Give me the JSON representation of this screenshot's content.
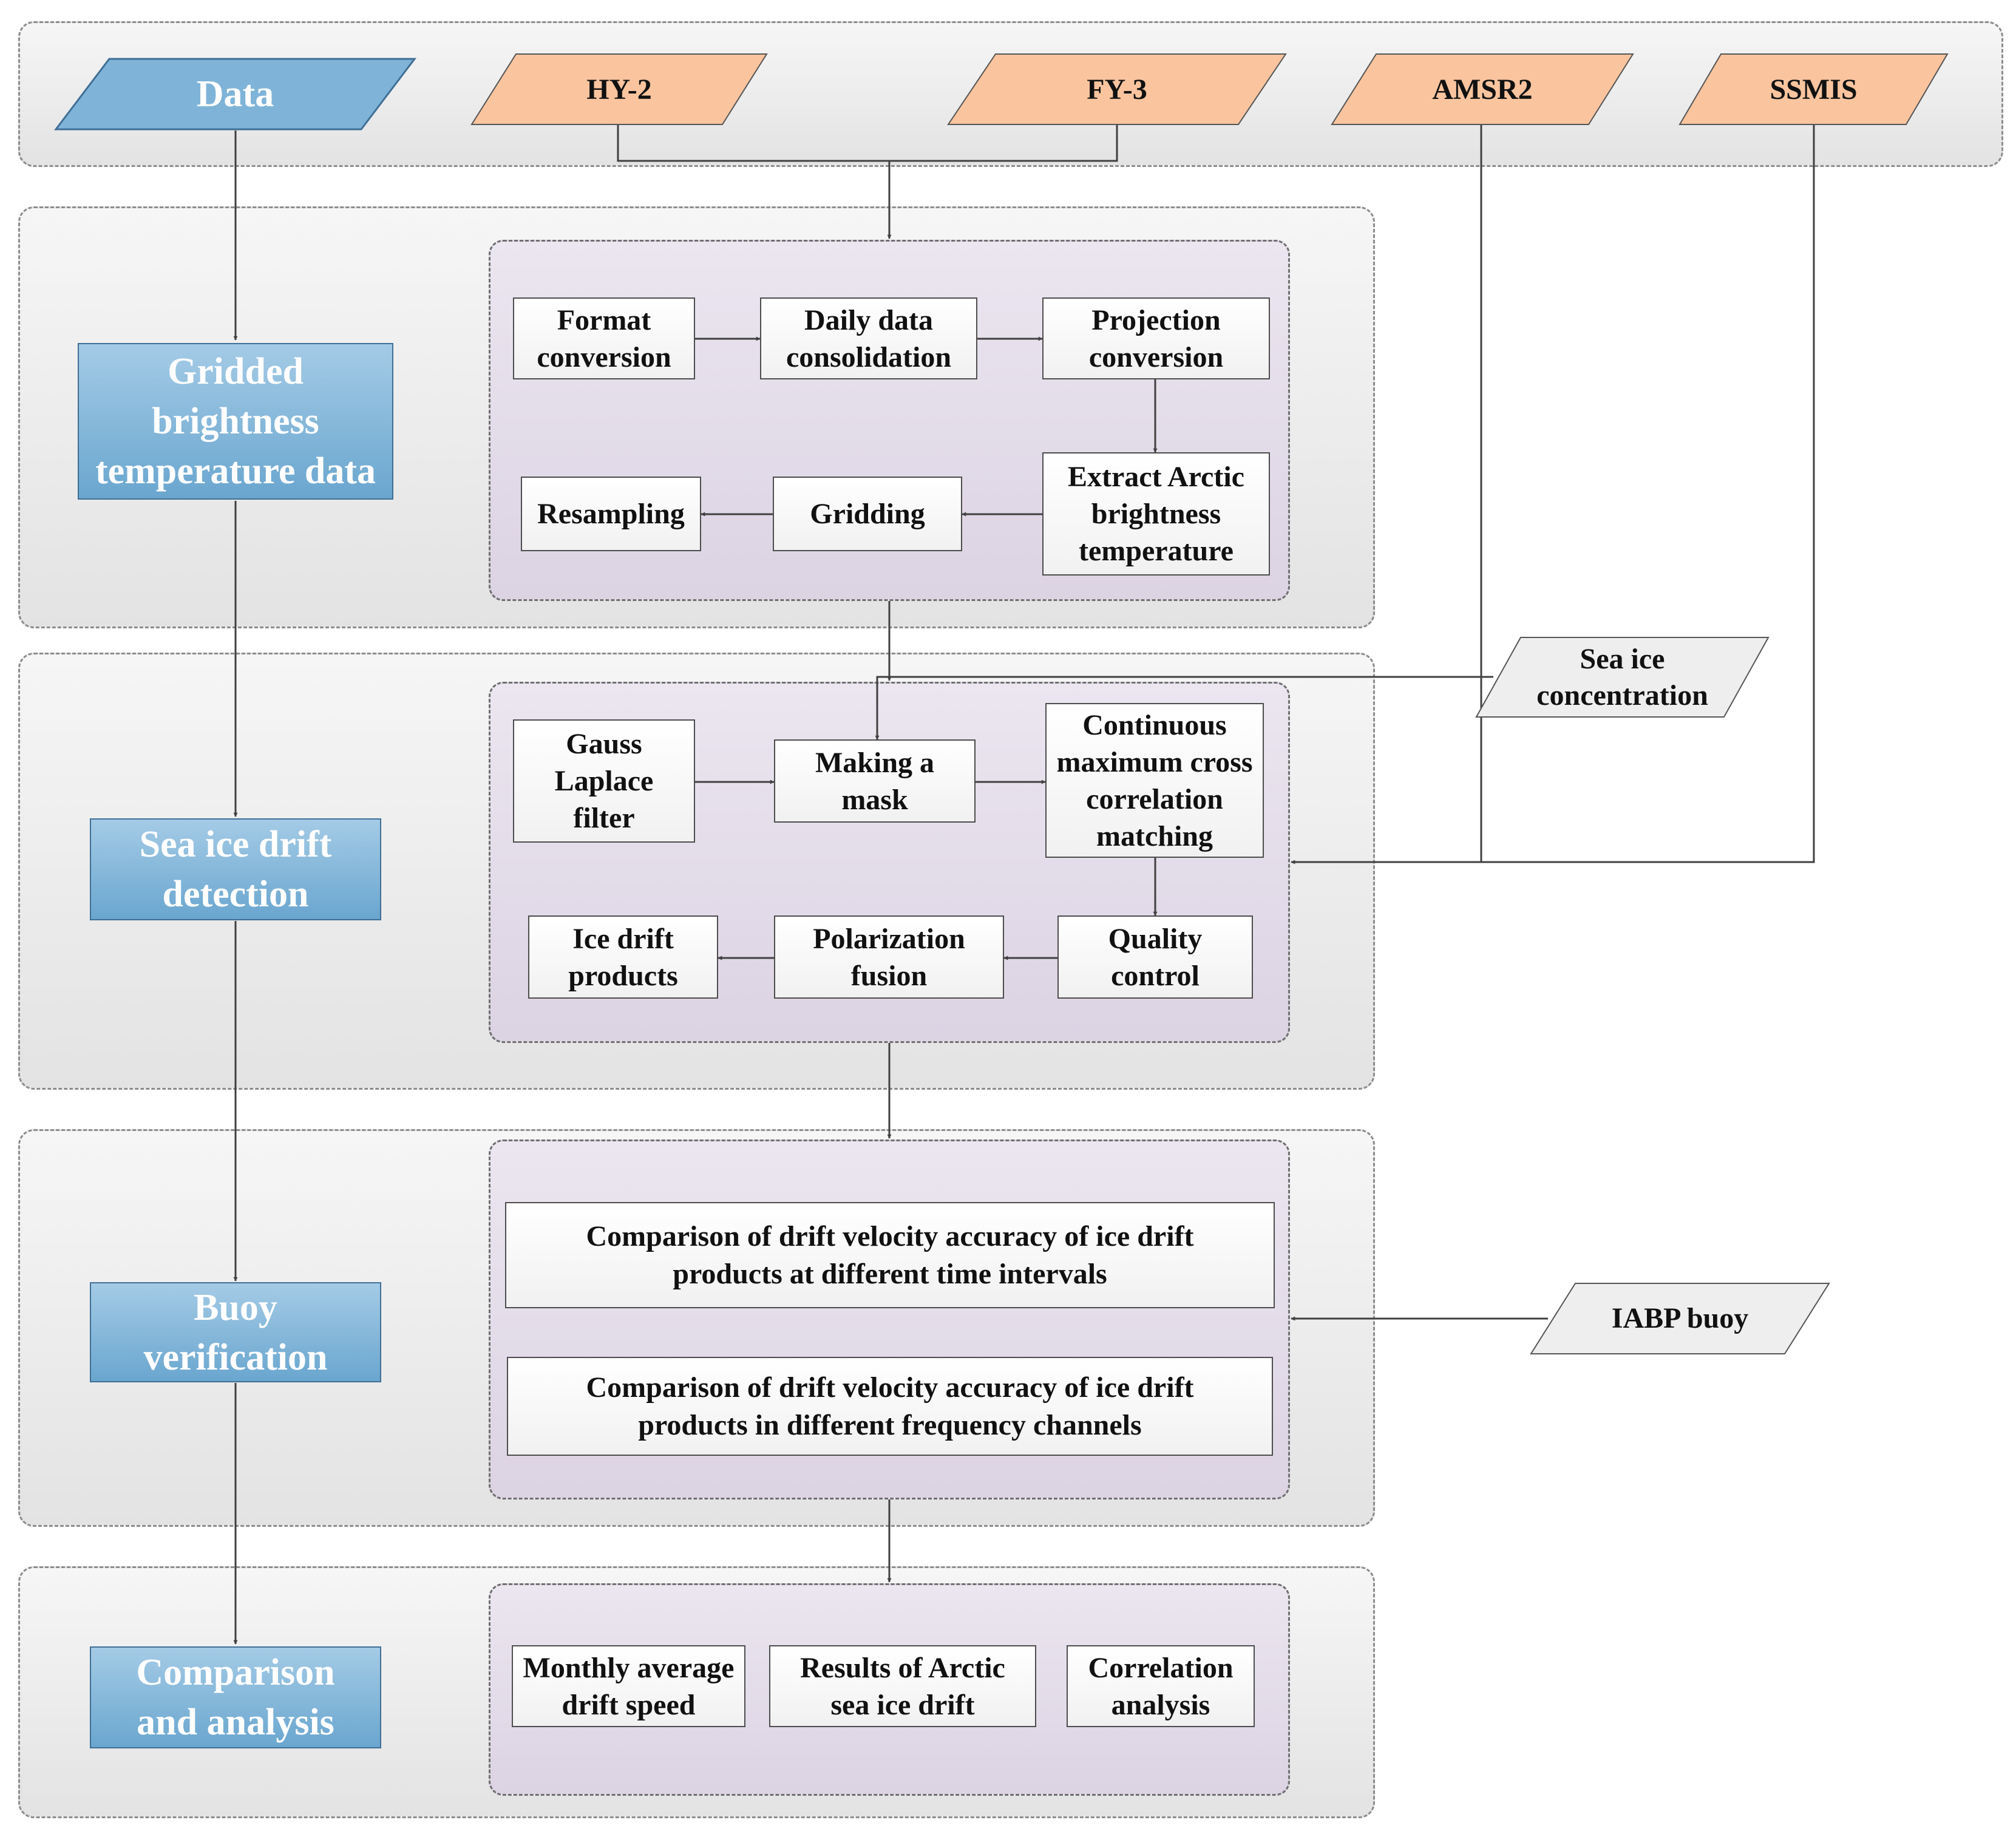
{
  "data_input": {
    "label": "Data"
  },
  "sources": {
    "hy2": "HY-2",
    "fy3": "FY-3",
    "amsr2": "AMSR2",
    "ssmis": "SSMIS"
  },
  "stages": {
    "gridded": "Gridded\nbrightness\ntemperature data",
    "drift_detection": "Sea ice drift\ndetection",
    "buoy_verification": "Buoy\nverification",
    "comparison": "Comparison\nand analysis"
  },
  "gridding_steps": {
    "format_conversion": "Format\nconversion",
    "daily_consolidation": "Daily data\nconsolidation",
    "projection_conversion": "Projection\nconversion",
    "extract_arctic": "Extract Arctic\nbrightness\ntemperature",
    "gridding": "Gridding",
    "resampling": "Resampling"
  },
  "detection_steps": {
    "gauss_laplace": "Gauss\nLaplace\nfilter",
    "making_mask": "Making a\nmask",
    "cross_correlation": "Continuous\nmaximum cross\ncorrelation\nmatching",
    "quality_control": "Quality\ncontrol",
    "polarization_fusion": "Polarization\nfusion",
    "ice_drift_products": "Ice drift\nproducts"
  },
  "auxiliary": {
    "sea_ice_concentration": "Sea ice\nconcentration",
    "iabp_buoy": "IABP buoy"
  },
  "verification_items": {
    "time_intervals": "Comparison of drift velocity accuracy of ice drift\nproducts at different time intervals",
    "frequency_channels": "Comparison of drift velocity accuracy of ice drift\nproducts in different frequency channels"
  },
  "analysis_items": {
    "monthly_speed": "Monthly average\ndrift speed",
    "arctic_results": "Results of Arctic\nsea ice drift",
    "correlation": "Correlation\nanalysis"
  },
  "colors": {
    "stage_fill": "#7fb4d8",
    "source_fill": "#f9c49e",
    "aux_fill": "#eeeeee",
    "panel_fill": "#e0d8e6",
    "band_fill": "#ebebeb",
    "line": "#404040"
  }
}
